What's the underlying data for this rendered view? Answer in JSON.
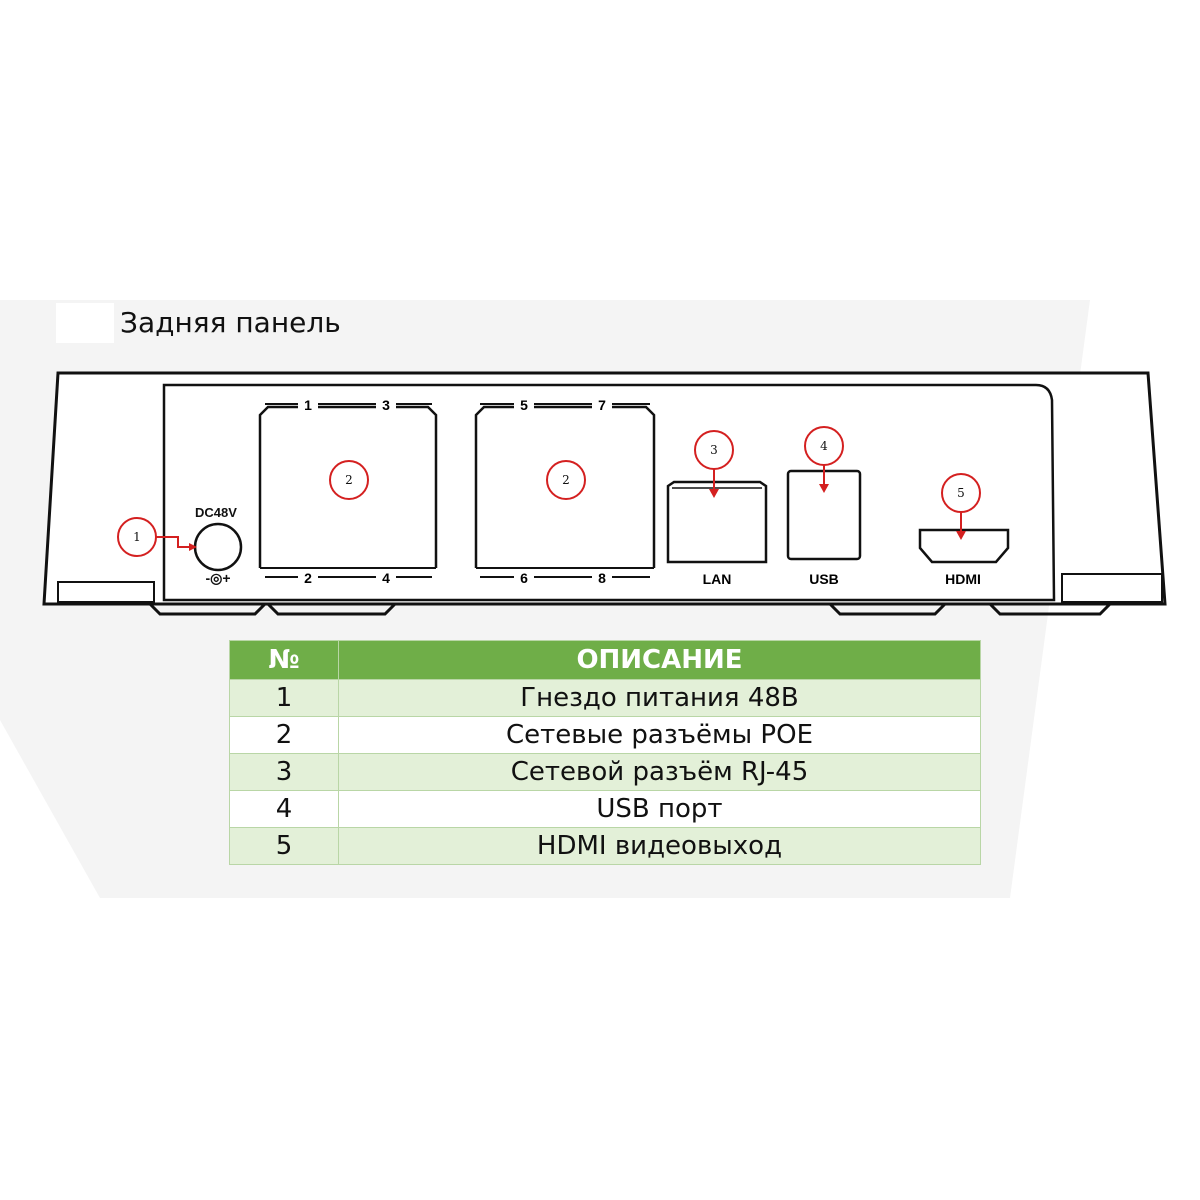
{
  "title": "Задняя панель",
  "panel": {
    "power_label": "DC48V",
    "power_polarity": "-◎+",
    "port_group_a_top": [
      "1",
      "3"
    ],
    "port_group_a_bottom": [
      "2",
      "4"
    ],
    "port_group_b_top": [
      "5",
      "7"
    ],
    "port_group_b_bottom": [
      "6",
      "8"
    ],
    "lan_label": "LAN",
    "usb_label": "USB",
    "hdmi_label": "HDMI",
    "callouts": [
      "1",
      "2",
      "2",
      "3",
      "4",
      "5"
    ],
    "callout_color": "#d42020"
  },
  "table": {
    "header_num": "№",
    "header_desc": "ОПИСАНИЕ",
    "header_color": "#6fae48",
    "rows": [
      {
        "num": "1",
        "desc": "Гнездо питания 48В"
      },
      {
        "num": "2",
        "desc": "Сетевые разъёмы POE"
      },
      {
        "num": "3",
        "desc": "Сетевой разъём RJ-45"
      },
      {
        "num": "4",
        "desc": "USB порт"
      },
      {
        "num": "5",
        "desc": "HDMI видеовыход"
      }
    ]
  }
}
